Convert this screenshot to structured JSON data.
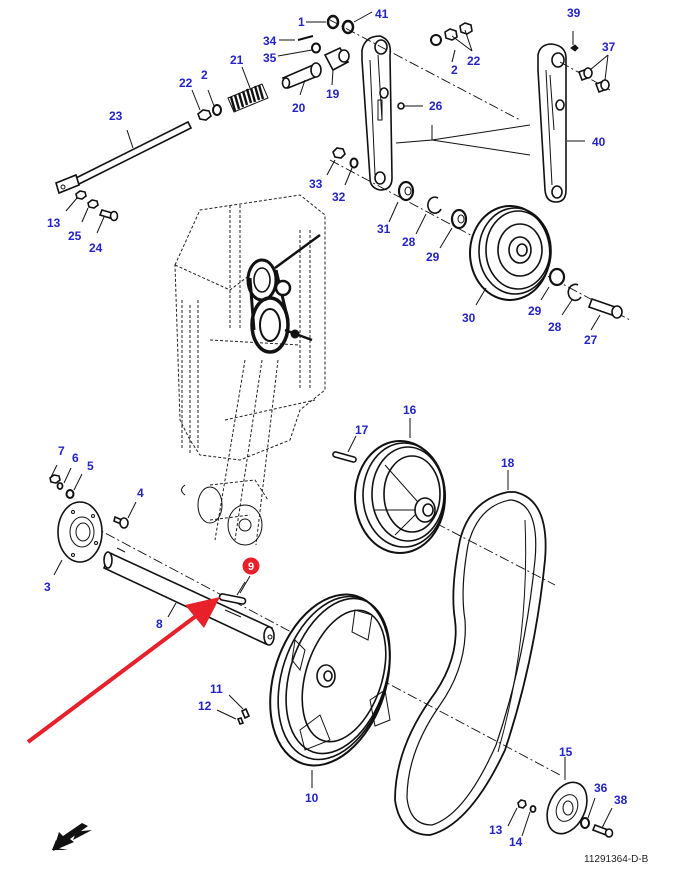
{
  "diagram": {
    "type": "exploded-parts-diagram",
    "subject": "Belt drive assembly with tensioner arms, idler pulley, shaft and pulleys",
    "drawing_number": "11291364-D-B",
    "label_color": "#2323c8",
    "highlight_color": "#e8202a",
    "highlighted_part": "9",
    "parts": [
      {
        "id": "p1",
        "number": "1"
      },
      {
        "id": "p41",
        "number": "41"
      },
      {
        "id": "p34",
        "number": "34"
      },
      {
        "id": "p35",
        "number": "35"
      },
      {
        "id": "p21",
        "number": "21"
      },
      {
        "id": "p22a",
        "number": "22"
      },
      {
        "id": "p2a",
        "number": "2"
      },
      {
        "id": "p20",
        "number": "20"
      },
      {
        "id": "p19",
        "number": "19"
      },
      {
        "id": "p2b",
        "number": "2"
      },
      {
        "id": "p22b",
        "number": "22"
      },
      {
        "id": "p26",
        "number": "26"
      },
      {
        "id": "p39",
        "number": "39"
      },
      {
        "id": "p37",
        "number": "37"
      },
      {
        "id": "p40",
        "number": "40"
      },
      {
        "id": "p23",
        "number": "23"
      },
      {
        "id": "p13a",
        "number": "13"
      },
      {
        "id": "p25",
        "number": "25"
      },
      {
        "id": "p24",
        "number": "24"
      },
      {
        "id": "p33",
        "number": "33"
      },
      {
        "id": "p32",
        "number": "32"
      },
      {
        "id": "p31",
        "number": "31"
      },
      {
        "id": "p28a",
        "number": "28"
      },
      {
        "id": "p29a",
        "number": "29"
      },
      {
        "id": "p30",
        "number": "30"
      },
      {
        "id": "p29b",
        "number": "29"
      },
      {
        "id": "p28b",
        "number": "28"
      },
      {
        "id": "p27",
        "number": "27"
      },
      {
        "id": "p7",
        "number": "7"
      },
      {
        "id": "p6",
        "number": "6"
      },
      {
        "id": "p5",
        "number": "5"
      },
      {
        "id": "p4",
        "number": "4"
      },
      {
        "id": "p3",
        "number": "3"
      },
      {
        "id": "p9",
        "number": "9"
      },
      {
        "id": "p8",
        "number": "8"
      },
      {
        "id": "p17",
        "number": "17"
      },
      {
        "id": "p16",
        "number": "16"
      },
      {
        "id": "p18",
        "number": "18"
      },
      {
        "id": "p11",
        "number": "11"
      },
      {
        "id": "p12",
        "number": "12"
      },
      {
        "id": "p10",
        "number": "10"
      },
      {
        "id": "p15",
        "number": "15"
      },
      {
        "id": "p36",
        "number": "36"
      },
      {
        "id": "p38",
        "number": "38"
      },
      {
        "id": "p13b",
        "number": "13"
      },
      {
        "id": "p14",
        "number": "14"
      }
    ],
    "annotations": {
      "pointer_arrow": "red arrow pointing to part 9",
      "orientation_arrow": "black direction arrow (bottom-left)"
    }
  }
}
